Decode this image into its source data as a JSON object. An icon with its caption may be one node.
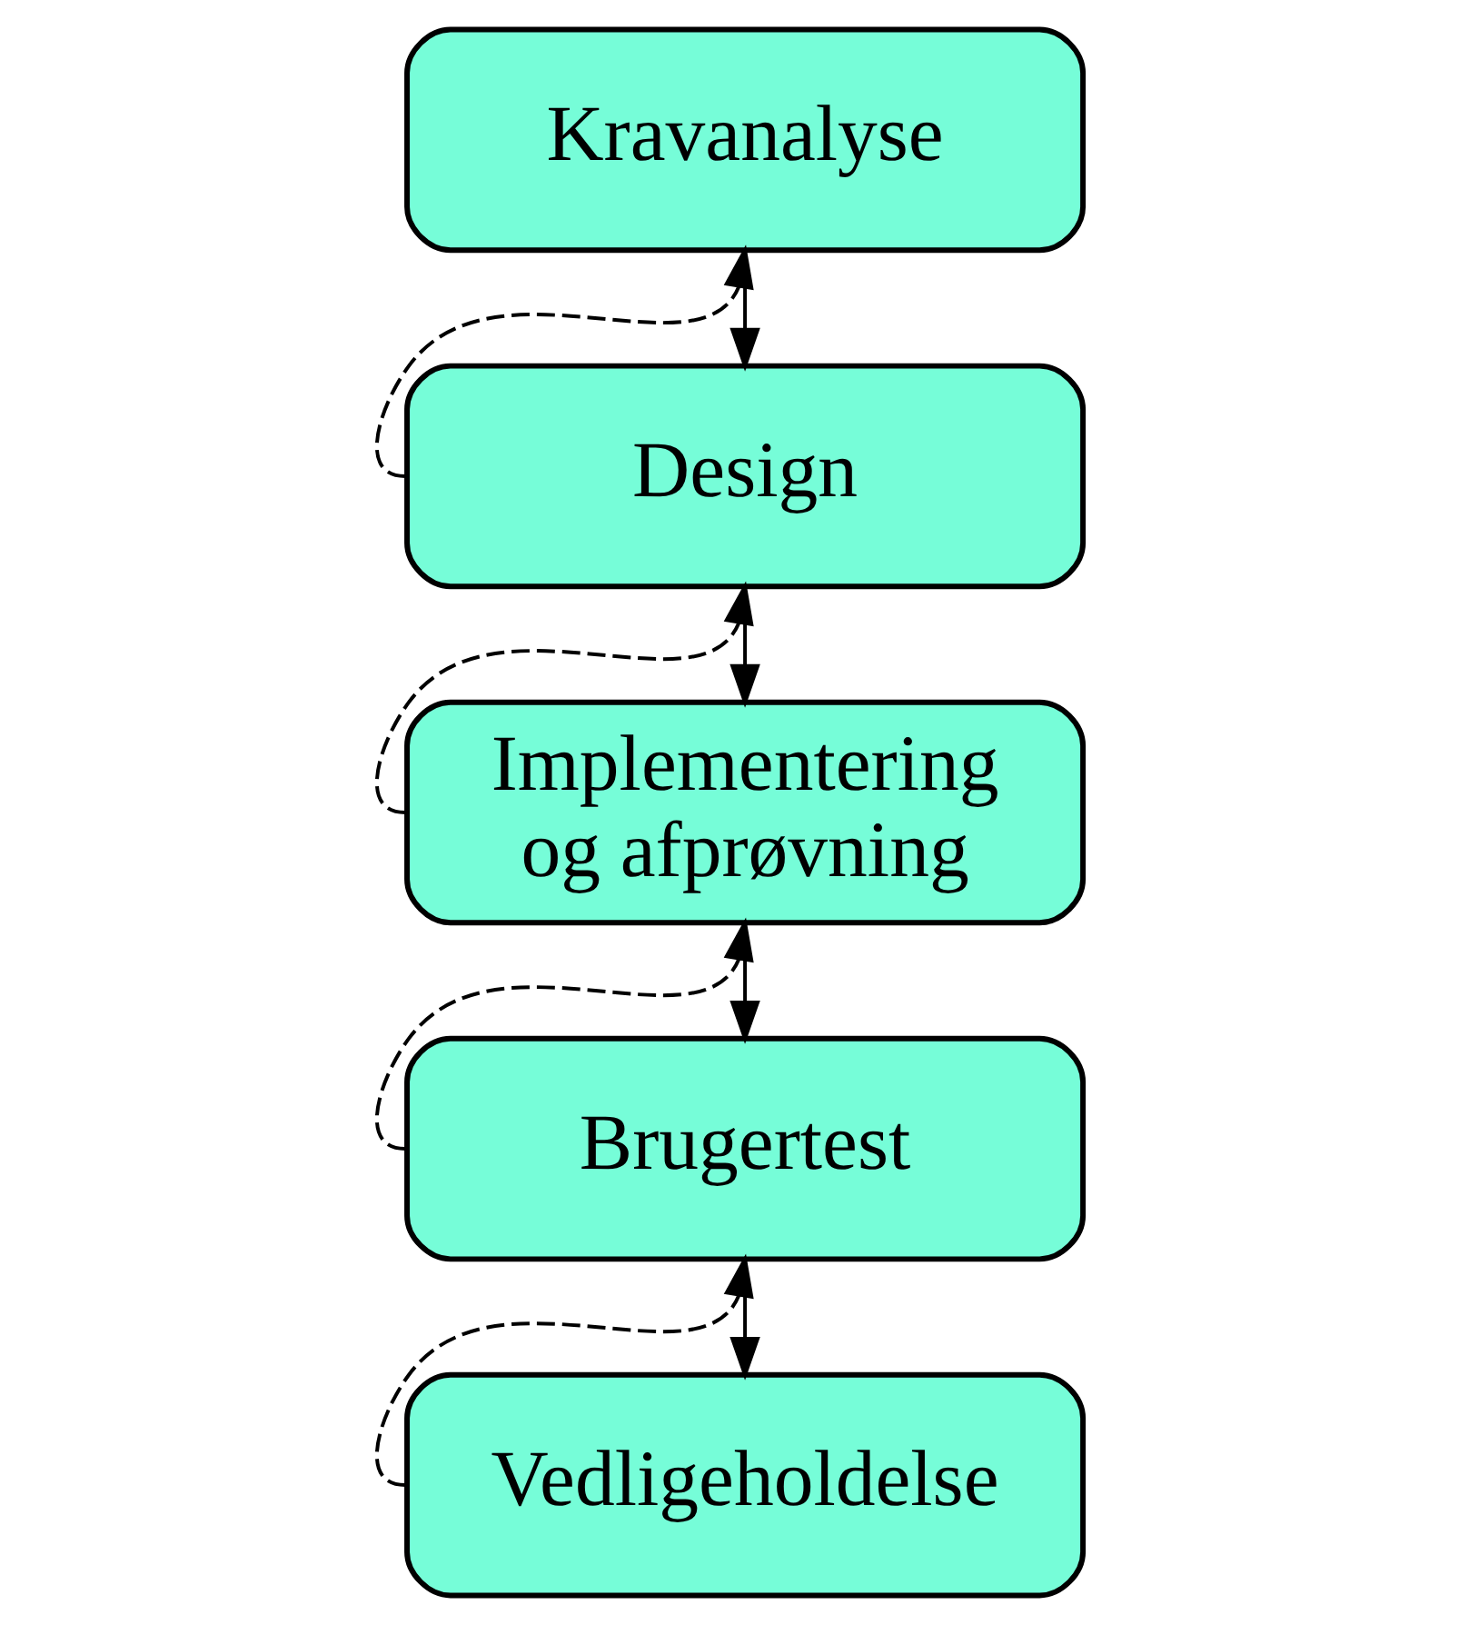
{
  "diagram": {
    "nodes": [
      {
        "text": [
          "Kravanalyse"
        ]
      },
      {
        "text": [
          "Design"
        ]
      },
      {
        "text": [
          "Implementering og afprøvning"
        ]
      },
      {
        "text": [
          "Brugertest"
        ]
      },
      {
        "text": [
          "Vedligeholdelse"
        ]
      }
    ],
    "edges": [
      {
        "from": 0,
        "to": 1,
        "arrow": "to"
      },
      {
        "from": 1,
        "to": 0,
        "arrow": "to",
        "style": "dashed"
      },
      {
        "from": 1,
        "to": 2,
        "arrow": "to"
      },
      {
        "from": 2,
        "to": 1,
        "arrow": "to",
        "style": "dashed"
      },
      {
        "from": 2,
        "to": 3,
        "arrow": "to"
      },
      {
        "from": 3,
        "to": 2,
        "arrow": "to",
        "style": "dashed"
      },
      {
        "from": 3,
        "to": 4,
        "arrow": "to"
      },
      {
        "from": 4,
        "to": 3,
        "arrow": "to",
        "style": "dashed"
      }
    ]
  }
}
